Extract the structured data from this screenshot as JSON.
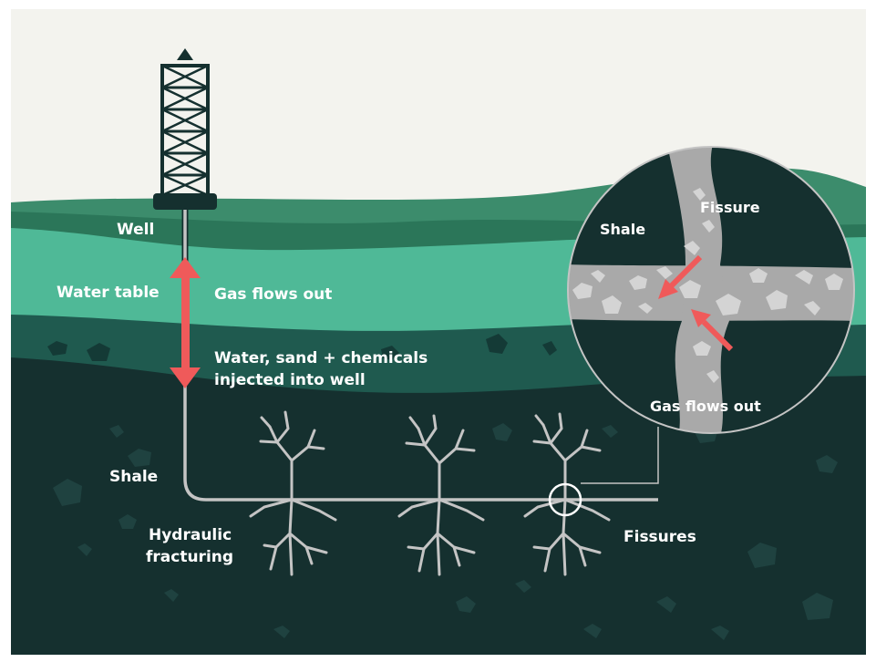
{
  "labels": {
    "well": "Well",
    "water_table": "Water table",
    "gas_flows_out": "Gas flows out",
    "injected_line1": "Water, sand + chemicals",
    "injected_line2": "injected into well",
    "shale": "Shale",
    "hydraulic_line1": "Hydraulic",
    "hydraulic_line2": "fracturing",
    "fissures": "Fissures"
  },
  "inset": {
    "shale": "Shale",
    "fissure": "Fissure",
    "gas_flows_out": "Gas flows out"
  },
  "colors": {
    "sky": "#f3f3ee",
    "hills": "#3c8c6c",
    "topsoil": "#2b7659",
    "water_table": "#4fb997",
    "dark_layer": "#1f5a4f",
    "shale": "#15302f",
    "fracture": "#c4c4c4",
    "arrow": "#ef5a5a"
  }
}
